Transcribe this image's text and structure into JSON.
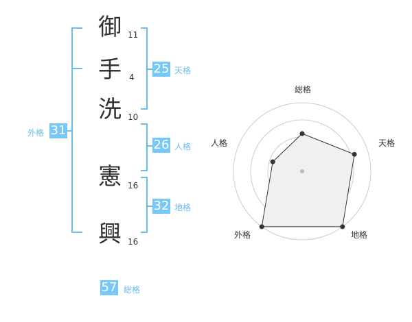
{
  "name": {
    "characters": [
      {
        "char": "御",
        "strokes": "11"
      },
      {
        "char": "手",
        "strokes": "4"
      },
      {
        "char": "洗",
        "strokes": "10"
      },
      {
        "char": "憲",
        "strokes": "16"
      },
      {
        "char": "興",
        "strokes": "16"
      }
    ]
  },
  "kakusu": {
    "tenkaku": {
      "value": "25",
      "label": "天格"
    },
    "jinkaku": {
      "value": "26",
      "label": "人格"
    },
    "chikaku": {
      "value": "32",
      "label": "地格"
    },
    "gaikaku": {
      "value": "31",
      "label": "外格"
    },
    "soukaku": {
      "value": "57",
      "label": "総格"
    }
  },
  "colors": {
    "accent": "#76c8f6",
    "bracket": "#6cbce8",
    "text": "#333333",
    "ring": "#cccccc",
    "polygon_fill": "#eeeeee",
    "polygon_stroke": "#333333"
  },
  "chart_data": {
    "type": "radar",
    "axes": [
      "総格",
      "天格",
      "地格",
      "外格",
      "人格"
    ],
    "values": [
      0.55,
      0.8,
      1.0,
      1.0,
      0.45
    ],
    "range": [
      0,
      1
    ],
    "rings": 4,
    "title": "",
    "grid": true
  }
}
